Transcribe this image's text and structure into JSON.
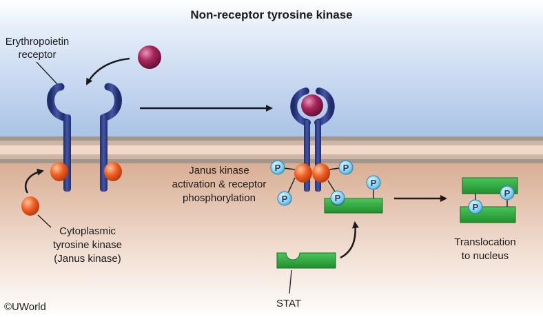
{
  "title": "Non-receptor tyrosine kinase",
  "labels": {
    "receptor_line1": "Erythropoietin",
    "receptor_line2": "receptor",
    "cyto_line1": "Cytoplasmic",
    "cyto_line2": "tyrosine kinase",
    "cyto_line3": "(Janus kinase)",
    "jak_line1": "Janus kinase",
    "jak_line2": "activation & receptor",
    "jak_line3": "phosphorylation",
    "stat": "STAT",
    "trans_line1": "Translocation",
    "trans_line2": "to nucleus"
  },
  "phosphate_label": "P",
  "copyright": "©UWorld",
  "colors": {
    "receptor": "#2c3a80",
    "ligand": "#9b1d4e",
    "kinase": "#e8521e",
    "phosphate": "#7fd0ef",
    "stat": "#2fae3f",
    "extracellular": "#c4d6f0",
    "cytoplasm": "#e9c8b4"
  }
}
